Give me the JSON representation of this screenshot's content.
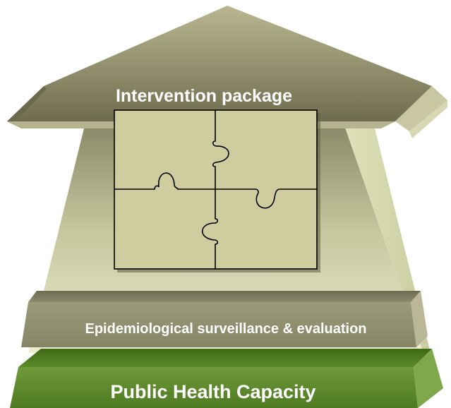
{
  "diagram": {
    "roof_label": "Intervention package",
    "middle_label": "Epidemiological surveillance & evaluation",
    "base_label": "Public Health Capacity"
  },
  "colors": {
    "roof_light": "#c9c6a0",
    "roof_dark": "#7d7b5c",
    "column_light": "#e4e6c2",
    "column_dark": "#8c8c6a",
    "puzzle_fill": "#d0cd9f",
    "puzzle_outline": "#000000",
    "middle_band": "#8c8b6c",
    "base_band": "#5e8a2c",
    "label_text": "#ffffff"
  }
}
